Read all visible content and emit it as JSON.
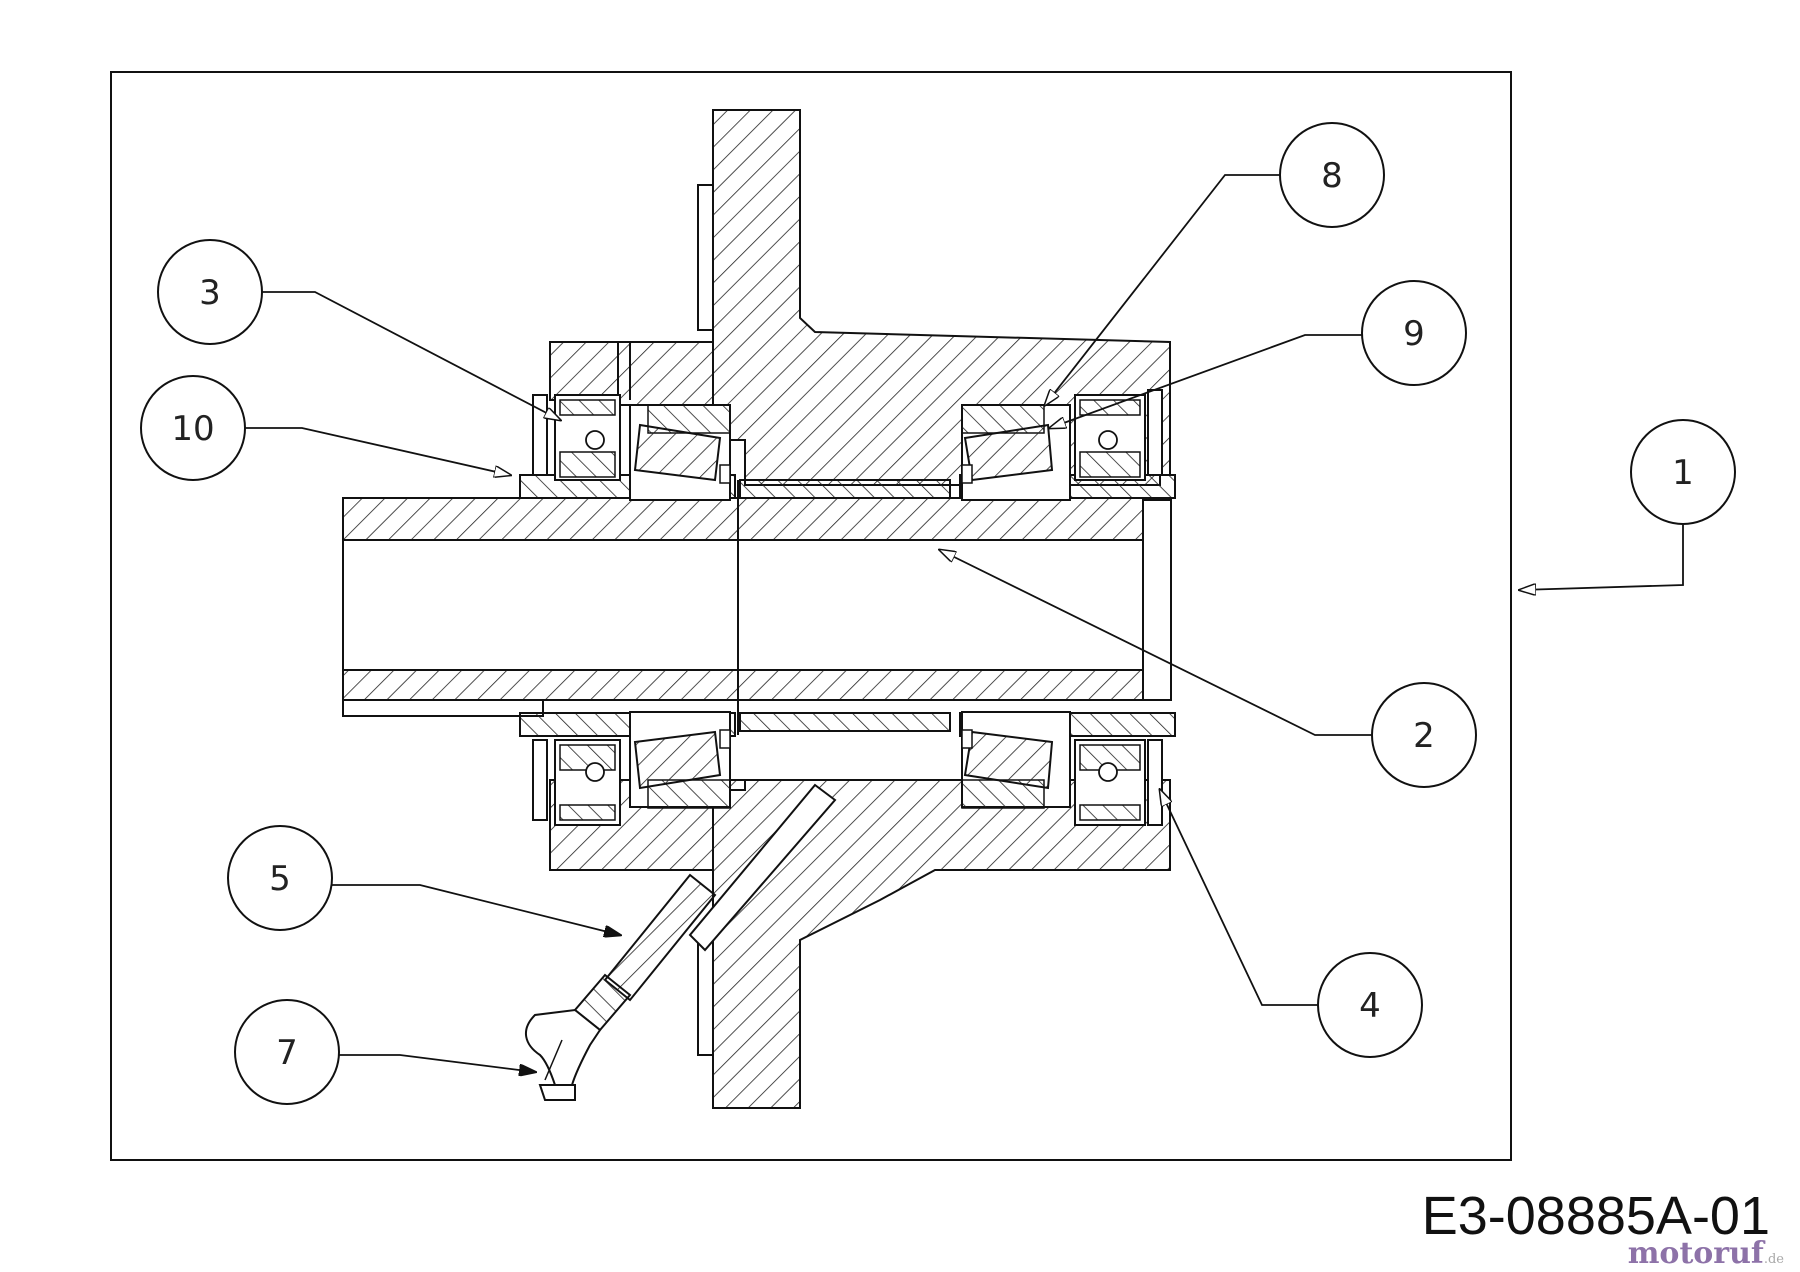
{
  "drawing": {
    "reference_number": "E3-08885A-01",
    "watermark_text": "motoruf",
    "watermark_suffix": ".de"
  },
  "callouts": [
    {
      "id": "c1",
      "label": "1"
    },
    {
      "id": "c2",
      "label": "2"
    },
    {
      "id": "c3",
      "label": "3"
    },
    {
      "id": "c4",
      "label": "4"
    },
    {
      "id": "c5",
      "label": "5"
    },
    {
      "id": "c7",
      "label": "7"
    },
    {
      "id": "c8",
      "label": "8"
    },
    {
      "id": "c9",
      "label": "9"
    },
    {
      "id": "c10",
      "label": "10"
    }
  ],
  "colors": {
    "line": "#111111",
    "hatch": "#222222",
    "background": "#ffffff",
    "watermark": "#7a5a9a"
  }
}
